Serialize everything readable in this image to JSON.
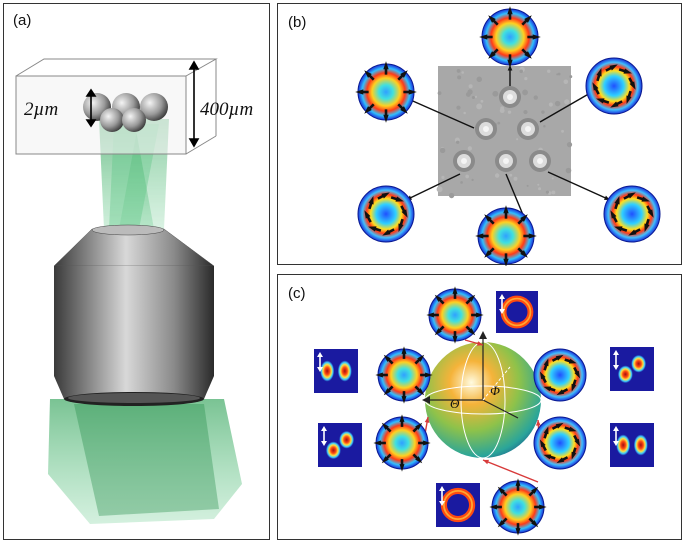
{
  "panels": {
    "a": {
      "label": "(a)",
      "dim_small": "2µm",
      "dim_large": "400µm",
      "beam_color": "#2fae5a"
    },
    "b": {
      "label": "(b)"
    },
    "c": {
      "label": "(c)",
      "theta": "Θ",
      "phi": "Φ"
    }
  },
  "colors": {
    "ring_outer": "#1a2fd8",
    "ring_inner": "#ff3a18",
    "arrow": "#111111",
    "connector_red": "#d83a3a"
  }
}
